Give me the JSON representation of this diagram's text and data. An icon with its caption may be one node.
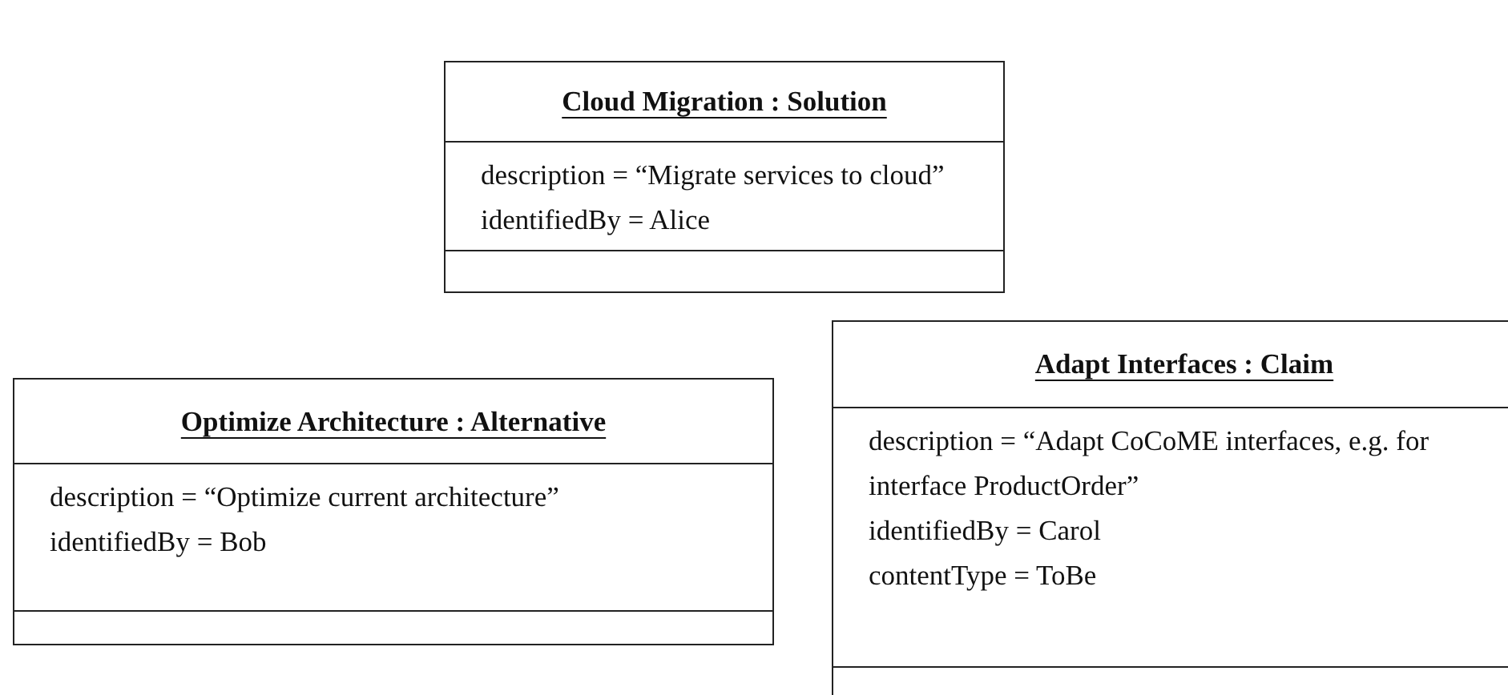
{
  "diagram": {
    "nodes": [
      {
        "text": [
          "Cloud Migration : Solution",
          "description = “Migrate services to cloud”",
          "identifiedBy = Alice"
        ]
      },
      {
        "text": [
          "Optimize Architecture : Alternative",
          "description = “Optimize current architecture”",
          "identifiedBy = Bob"
        ]
      },
      {
        "text": [
          "Adapt Interfaces : Claim",
          "description = “Adapt CoCoME interfaces, e.g. for interface ProductOrder”",
          "identifiedBy = Carol",
          "contentType = ToBe"
        ]
      }
    ]
  }
}
